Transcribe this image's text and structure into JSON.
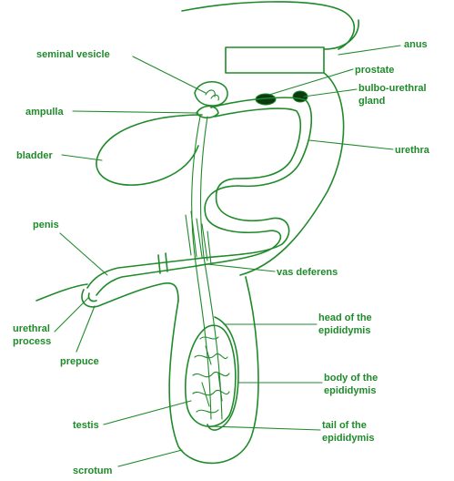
{
  "labels": {
    "seminal_vesicle": "seminal vesicle",
    "ampulla": "ampulla",
    "bladder": "bladder",
    "penis": "penis",
    "urethral_process_line1": "urethral",
    "urethral_process_line2": "process",
    "prepuce": "prepuce",
    "testis": "testis",
    "scrotum": "scrotum",
    "anus": "anus",
    "prostate": "prostate",
    "bulbo_urethral_line1": "bulbo-urethral",
    "bulbo_urethral_line2": "gland",
    "urethra": "urethra",
    "vas_deferens": "vas deferens",
    "head_epididymis_line1": "head of the",
    "head_epididymis_line2": "epididymis",
    "body_epididymis_line1": "body of the",
    "body_epididymis_line2": "epididymis",
    "tail_epididymis_line1": "tail of the",
    "tail_epididymis_line2": "epididymis"
  },
  "colors": {
    "ink": "#1f8a2a",
    "gland": "#0c3a12",
    "background": "#ffffff"
  }
}
